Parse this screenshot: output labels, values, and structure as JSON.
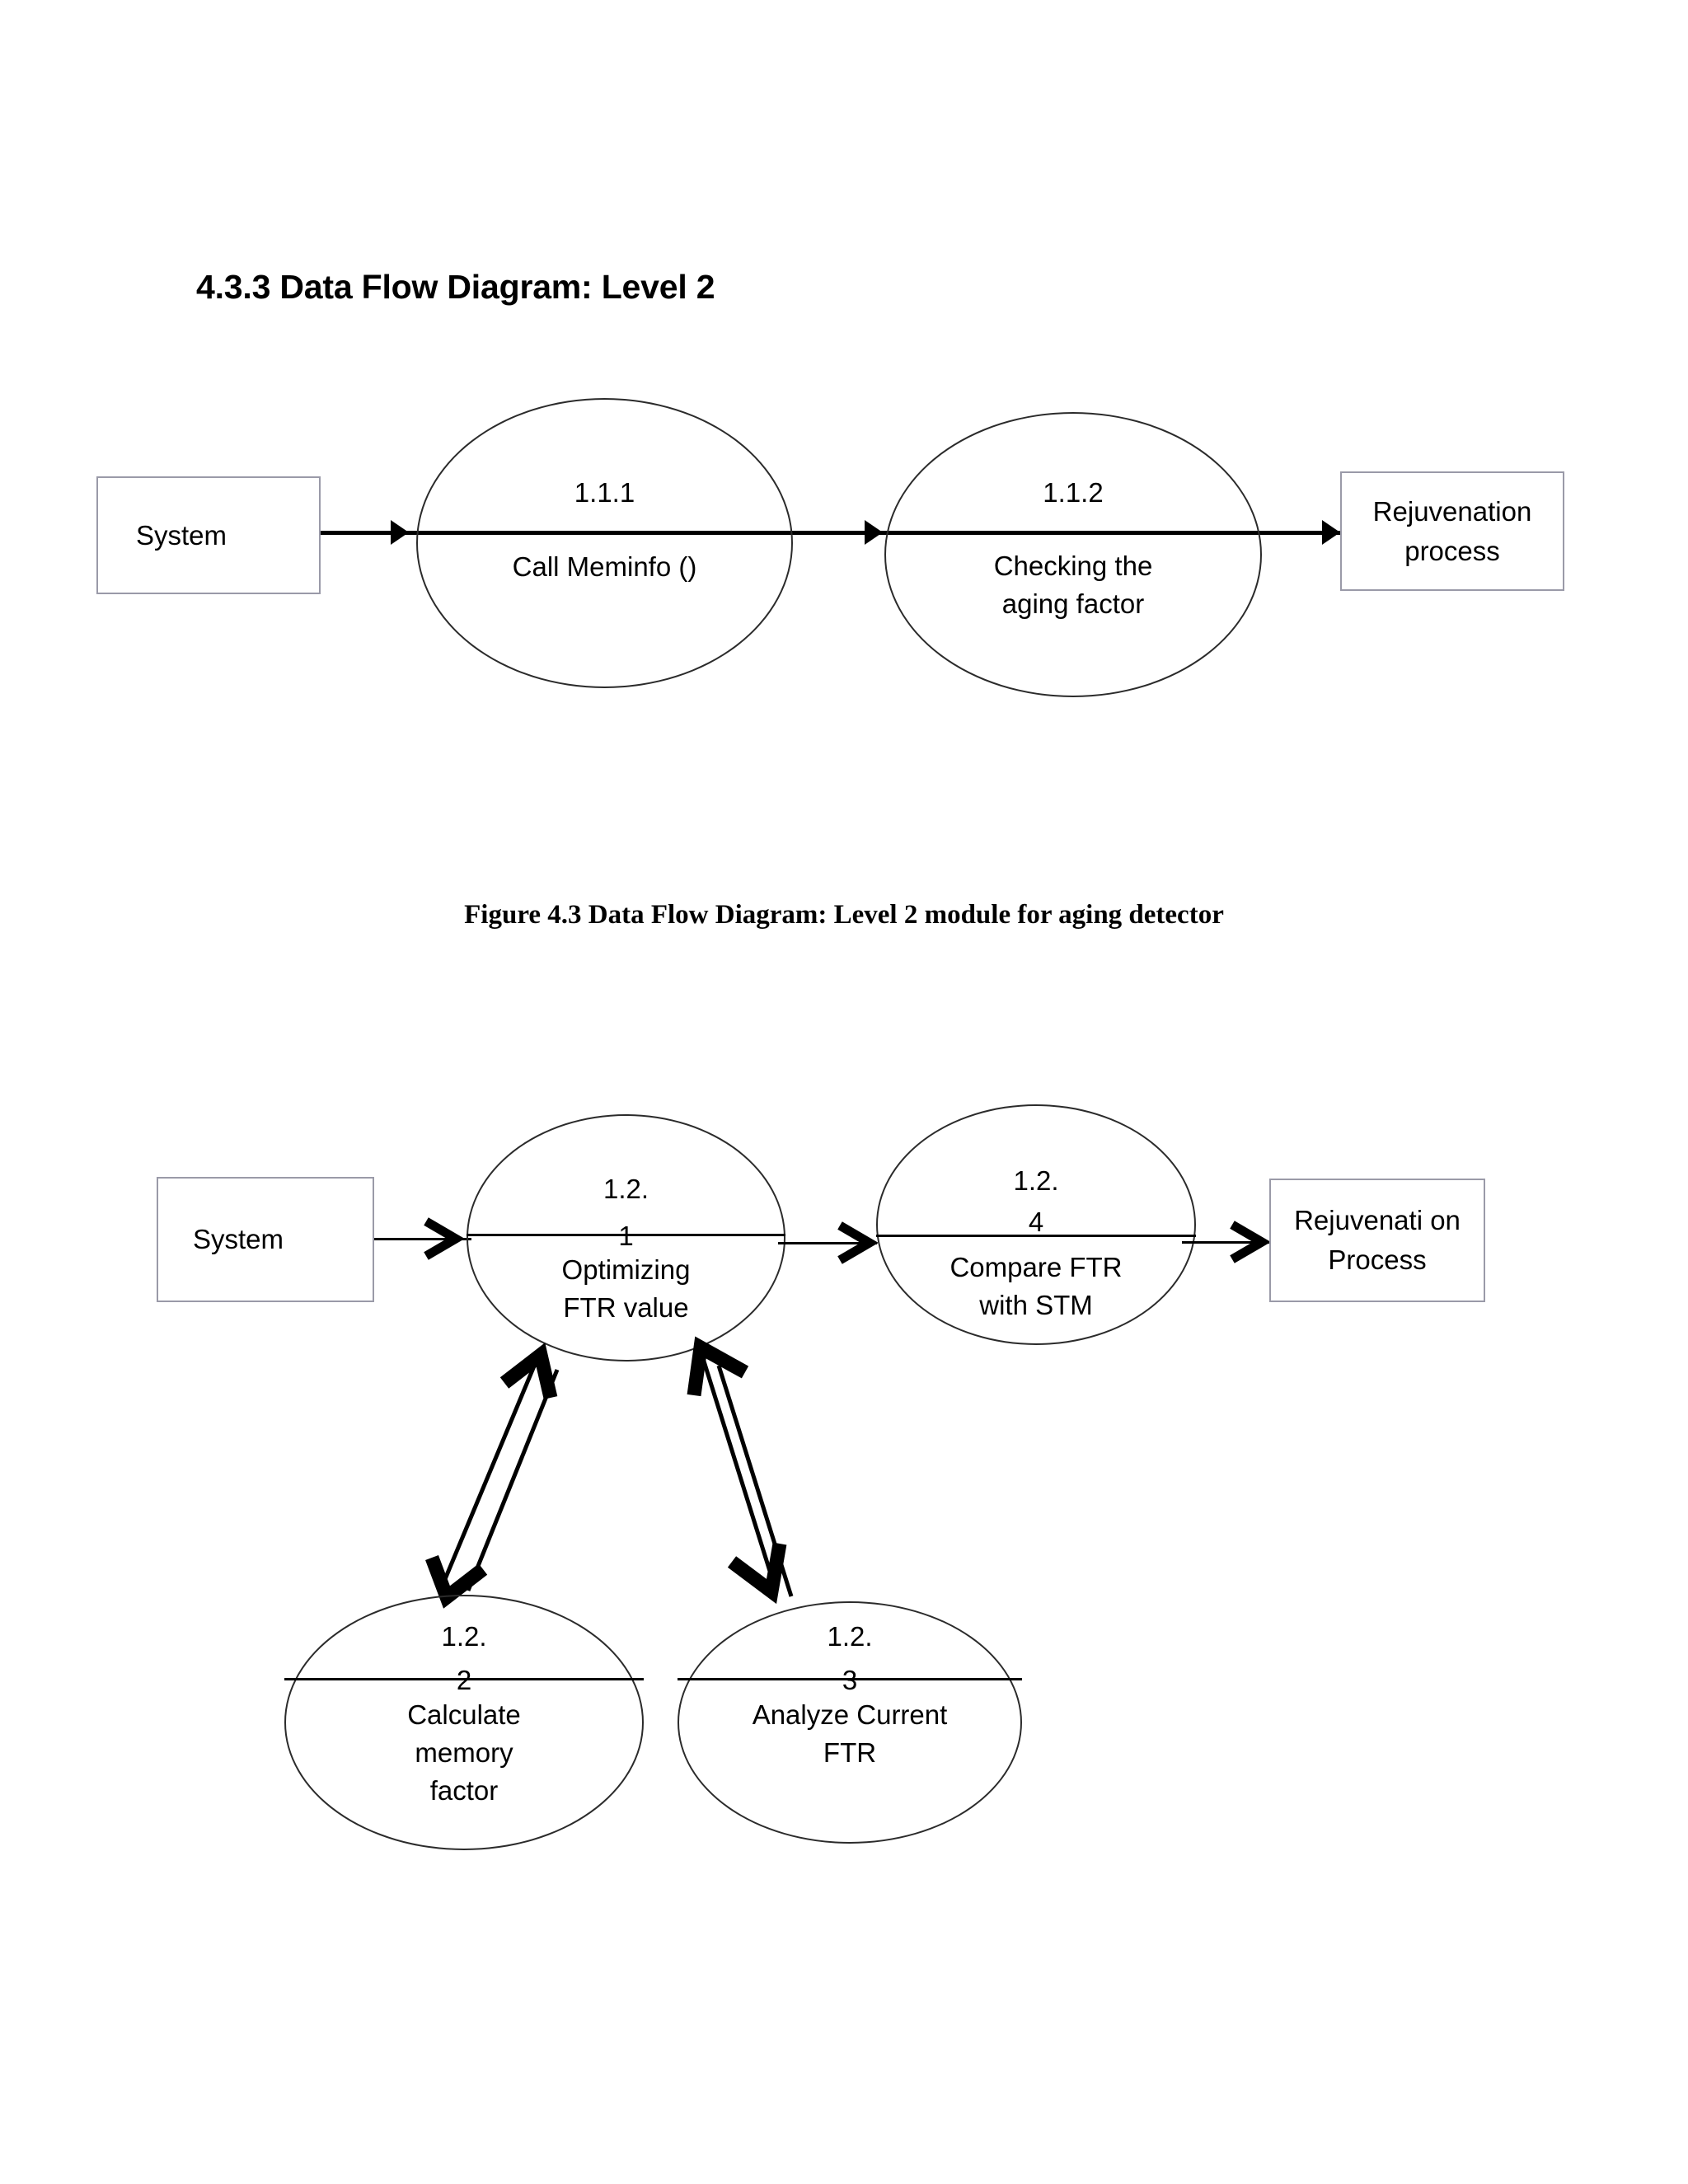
{
  "page": {
    "heading": "4.3.3 Data Flow Diagram: Level 2",
    "figure_caption": "Figure 4.3 Data Flow Diagram: Level 2 module for aging detector"
  },
  "diagram_top": {
    "title": "Data Flow Diagram: Level 2 module for aging detector",
    "entities": [
      {
        "id": "system",
        "label": "System"
      },
      {
        "id": "rejuvenation",
        "label": "Rejuvenation\nprocess"
      }
    ],
    "processes": [
      {
        "id": "1.1.1",
        "number": "1.1.1",
        "name": "Call Meminfo ()"
      },
      {
        "id": "1.1.2",
        "number": "1.1.2",
        "name": "Checking the\naging factor"
      }
    ],
    "flows": [
      {
        "from": "System",
        "to": "1.1.1",
        "label": ""
      },
      {
        "from": "1.1.1",
        "to": "1.1.2",
        "label": ""
      },
      {
        "from": "1.1.2",
        "to": "Rejuvenation process",
        "label": ""
      }
    ]
  },
  "diagram_bottom": {
    "entities": [
      {
        "id": "system",
        "label": "System"
      },
      {
        "id": "rejuvenation",
        "label": "Rejuvenati\non Process"
      }
    ],
    "processes": [
      {
        "id": "1.2.1",
        "number_line1": "1.2.",
        "number_line2": "1",
        "name": "Optimizing\nFTR value"
      },
      {
        "id": "1.2.4",
        "number_line1": "1.2.",
        "number_line2": "4",
        "name": "Compare FTR\nwith STM"
      },
      {
        "id": "1.2.2",
        "number_line1": "1.2.",
        "number_line2": "2",
        "name": "Calculate\nmemory\nfactor"
      },
      {
        "id": "1.2.3",
        "number_line1": "1.2.",
        "number_line2": "3",
        "name": "Analyze Current\nFTR"
      }
    ],
    "flows": [
      {
        "from": "System",
        "to": "1.2.1",
        "type": "single"
      },
      {
        "from": "1.2.1",
        "to": "1.2.4",
        "type": "single"
      },
      {
        "from": "1.2.4",
        "to": "Rejuvenation Process",
        "type": "single"
      },
      {
        "from": "1.2.1",
        "to": "1.2.2",
        "type": "bidirectional"
      },
      {
        "from": "1.2.1",
        "to": "1.2.3",
        "type": "bidirectional"
      }
    ]
  },
  "colors": {
    "stroke": "#000000",
    "ellipse_stroke": "#2b2b2b",
    "box_stroke": "#9a9aa8",
    "background": "#ffffff"
  }
}
